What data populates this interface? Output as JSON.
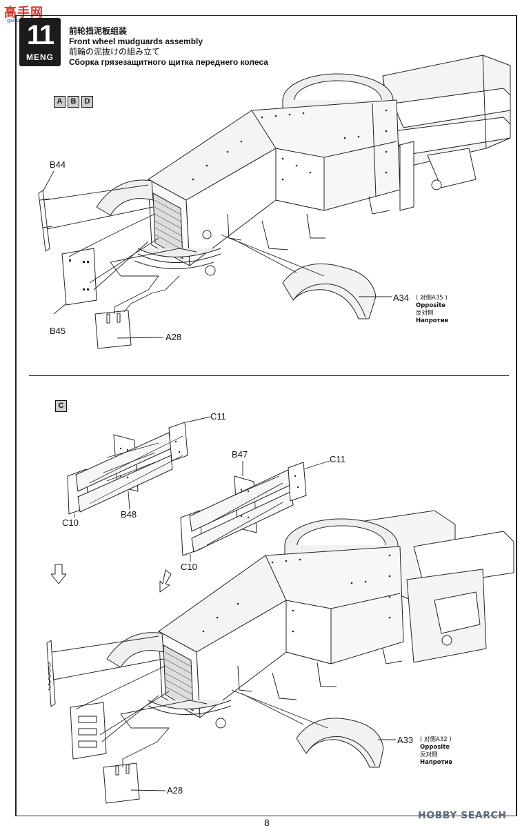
{
  "watermark": {
    "text": "高手网",
    "url": "gaoshou.com"
  },
  "step": {
    "number": "11",
    "brand": "MENG"
  },
  "title": {
    "zh": "前轮挡泥板组装",
    "en": "Front wheel mudguards assembly",
    "jp": "前輪の泥抜けの組み立て",
    "ru": "Сборка грязезащитного щитка переднего колеса"
  },
  "sprue_boxes_top": [
    "A",
    "B",
    "D"
  ],
  "sprue_boxes_bottom": [
    "C"
  ],
  "parts_top": {
    "b44": "B44",
    "b45": "B45",
    "a28": "A28",
    "a34": "A34"
  },
  "opposite_top": {
    "note": "( 对侧A35 )",
    "en": "Opposite",
    "zh": "反对侧",
    "ru": "Напротив"
  },
  "parts_bottom": {
    "c11_left": "C11",
    "c11_right": "C11",
    "b47": "B47",
    "b48": "B48",
    "c10_left": "C10",
    "c10_right": "C10",
    "a28": "A28",
    "a33": "A33"
  },
  "opposite_bottom": {
    "note": "( 对侧A32 )",
    "en": "Opposite",
    "zh": "反对侧",
    "ru": "Напротив"
  },
  "page_number": "8",
  "source_logo": "HOBBY SEARCH"
}
